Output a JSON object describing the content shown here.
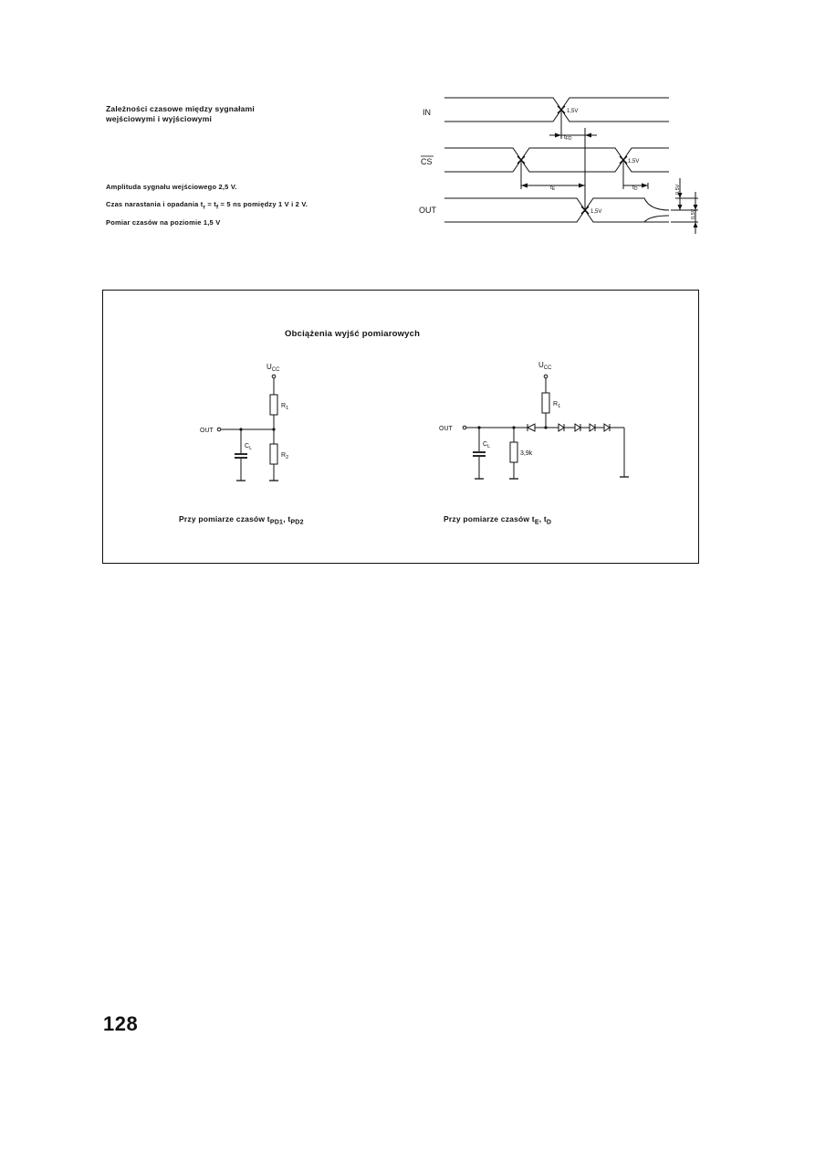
{
  "timing": {
    "title_line1": "Zależności czasowe między sygnałami",
    "title_line2": "wejściowymi i wyjściowymi",
    "cond1": "Amplituda sygnału wejściowego 2,5 V.",
    "cond2": "Czas narastania i opadania t",
    "cond2_sub1": "r",
    "cond2_mid": " = t",
    "cond2_sub2": "f",
    "cond2_end": " = 5 ns pomiędzy 1 V i 2 V.",
    "cond3": "Pomiar czasów na poziomie 1,5 V",
    "signal_in": "IN",
    "signal_cs": "CS",
    "signal_out": "OUT",
    "level_label": "1,5V",
    "t_fd": "t",
    "t_fd_sub": "FD",
    "t_e": "t",
    "t_e_sub": "E",
    "t_d": "t",
    "t_d_sub": "D",
    "v_top": "0,5V",
    "v_bottom": "0,5V"
  },
  "loads": {
    "title": "Obciążenia wyjść pomiarowych",
    "ucc": "U",
    "ucc_sub": "CC",
    "r1": "R",
    "r1_sub": "1",
    "r2": "R",
    "r2_sub": "2",
    "cl": "C",
    "cl_sub": "L",
    "out": "OUT",
    "res_3k9": "3,9k",
    "caption_left_pre": "Przy pomiarze czasów t",
    "caption_left_sub1": "PD1",
    "caption_left_mid": ", t",
    "caption_left_sub2": "PD2",
    "caption_right_pre": "Przy pomiarze czasów t",
    "caption_right_sub1": "E",
    "caption_right_mid": ", t",
    "caption_right_sub2": "D"
  },
  "page_number": "128"
}
